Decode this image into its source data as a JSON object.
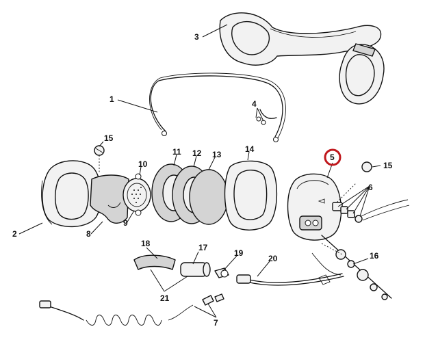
{
  "highlight_color": "#c0181d",
  "labels": {
    "p1": "1",
    "p2": "2",
    "p3": "3",
    "p4": "4",
    "p5": "5",
    "p6": "6",
    "p7": "7",
    "p8": "8",
    "p9": "9",
    "p10": "10",
    "p11": "11",
    "p12": "12",
    "p13": "13",
    "p14": "14",
    "p15a": "15",
    "p15b": "15",
    "p16": "16",
    "p17": "17",
    "p18": "18",
    "p19": "19",
    "p20": "20",
    "p21": "21"
  }
}
